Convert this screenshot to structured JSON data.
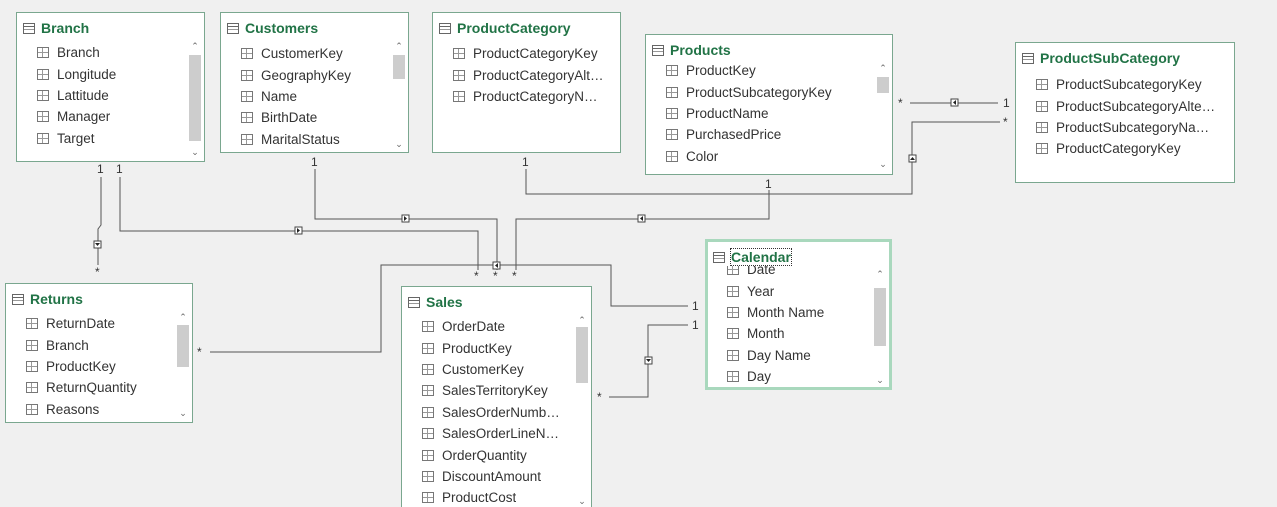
{
  "tables": [
    {
      "name": "Branch",
      "fields": [
        "Branch",
        "Longitude",
        "Lattitude",
        "Manager",
        "Target"
      ]
    },
    {
      "name": "Customers",
      "fields": [
        "CustomerKey",
        "GeographyKey",
        "Name",
        "BirthDate",
        "MaritalStatus"
      ]
    },
    {
      "name": "ProductCategory",
      "fields": [
        "ProductCategoryKey",
        "ProductCategoryAlt…",
        "ProductCategoryN…"
      ]
    },
    {
      "name": "Products",
      "fields": [
        "ProductKey",
        "ProductSubcategoryKey",
        "ProductName",
        "PurchasedPrice",
        "Color"
      ]
    },
    {
      "name": "ProductSubCategory",
      "fields": [
        "ProductSubcategoryKey",
        "ProductSubcategoryAlte…",
        "ProductSubcategoryNa…",
        "ProductCategoryKey"
      ]
    },
    {
      "name": "Returns",
      "fields": [
        "ReturnDate",
        "Branch",
        "ProductKey",
        "ReturnQuantity",
        "Reasons"
      ]
    },
    {
      "name": "Sales",
      "fields": [
        "OrderDate",
        "ProductKey",
        "CustomerKey",
        "SalesTerritoryKey",
        "SalesOrderNumb…",
        "SalesOrderLineN…",
        "OrderQuantity",
        "DiscountAmount",
        "ProductCost"
      ]
    },
    {
      "name": "Calendar",
      "fields": [
        "Date",
        "Year",
        "Month Name",
        "Month",
        "Day Name",
        "Day"
      ]
    }
  ],
  "relationship_marks": {
    "one": "1",
    "many": "*"
  },
  "scroll_glyphs": {
    "up": "⌃",
    "down": "⌄"
  }
}
